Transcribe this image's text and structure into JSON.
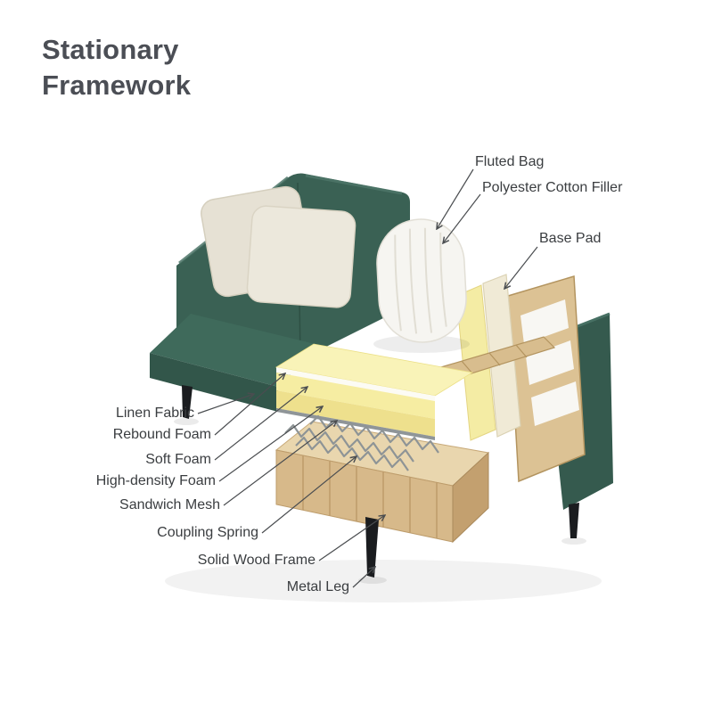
{
  "title": {
    "line1": "Stationary",
    "line2": "Framework"
  },
  "labels": {
    "fluted_bag": "Fluted Bag",
    "polyester_cotton_filler": "Polyester Cotton Filler",
    "base_pad": "Base Pad",
    "linen_fabric": "Linen Fabric",
    "rebound_foam": "Rebound Foam",
    "soft_foam": "Soft Foam",
    "high_density_foam": "High-density Foam",
    "sandwich_mesh": "Sandwich Mesh",
    "coupling_spring": "Coupling Spring",
    "solid_wood_frame": "Solid Wood Frame",
    "metal_leg": "Metal Leg"
  },
  "colors": {
    "background": "#ffffff",
    "title_text": "#4b4e55",
    "label_text": "#3a3d40",
    "leader_line": "#4a4d50",
    "sofa_green": "#3a6154",
    "sofa_green_dark": "#32564a",
    "foam_yellow": "#f6eda2",
    "foam_yellow_deep": "#eee08d",
    "pillow_cream": "#e9e4d7",
    "fluted_bag_white": "#f6f5f1",
    "wood": "#d7b98a",
    "spring_gray": "#8e9496",
    "metal_leg_black": "#1a1c1f"
  }
}
